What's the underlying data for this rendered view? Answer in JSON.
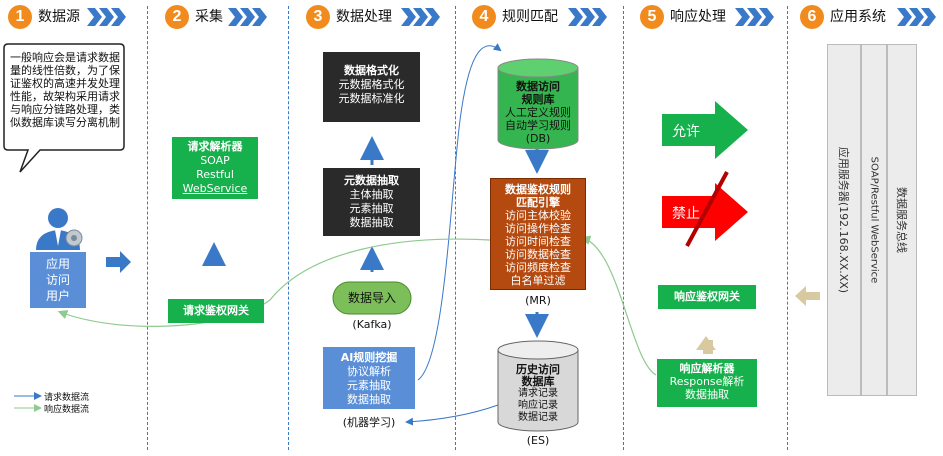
{
  "headers": [
    {
      "num": "1",
      "label": "数据源"
    },
    {
      "num": "2",
      "label": "采集"
    },
    {
      "num": "3",
      "label": "数据处理"
    },
    {
      "num": "4",
      "label": "规则匹配"
    },
    {
      "num": "5",
      "label": "响应处理"
    },
    {
      "num": "6",
      "label": "应用系统"
    }
  ],
  "callout": "一般响应会是请求数据量的线性倍数，为了保证鉴权的高速并发处理性能，故架构采用请求与响应分链路处理，类似数据库读写分离机制",
  "user": {
    "l1": "应用",
    "l2": "访问",
    "l3": "用户"
  },
  "request_parser": {
    "title": "请求解析器",
    "l1": "SOAP",
    "l2": "Restful",
    "l3": "WebService"
  },
  "request_gateway": "请求鉴权网关",
  "format": {
    "title": "数据格式化",
    "l1": "元数据格式化",
    "l2": "元数据标准化"
  },
  "meta_extract": {
    "title": "元数据抽取",
    "l1": "主体抽取",
    "l2": "元素抽取",
    "l3": "数据抽取"
  },
  "import": {
    "title": "数据导入",
    "sub": "(Kafka)"
  },
  "ai": {
    "title": "AI规则挖掘",
    "l1": "协议解析",
    "l2": "元素抽取",
    "l3": "数据抽取",
    "sub": "(机器学习)"
  },
  "rule_db": {
    "title1": "数据访问",
    "title2": "规则库",
    "l1": "人工定义规则",
    "l2": "自动学习规则",
    "sub": "(DB)"
  },
  "engine": {
    "title1": "数据鉴权规则",
    "title2": "匹配引擎",
    "l1": "访问主体校验",
    "l2": "访问操作检查",
    "l3": "访问时间检查",
    "l4": "访问数据检查",
    "l5": "访问频度检查",
    "l6": "白名单过滤",
    "sub": "(MR)"
  },
  "history_db": {
    "title1": "历史访问",
    "title2": "数据库",
    "l1": "请求记录",
    "l2": "响应记录",
    "l3": "数据记录",
    "sub": "(ES)"
  },
  "allow": "允许",
  "deny": "禁止",
  "response_gateway": "响应鉴权网关",
  "response_parser": {
    "title": "响应解析器",
    "l1": "Response解析",
    "l2": "数据抽取"
  },
  "app_columns": [
    "应用服务器(192.168.XX.XX)",
    "SOAP/Restful WebService",
    "数据服务总线"
  ],
  "legend": {
    "request": "请求数据流",
    "response": "响应数据流"
  },
  "colors": {
    "green": "#16b04c",
    "orange": "#f28b1e",
    "blue": "#3a78c8",
    "brown": "#b54a10",
    "red": "#ff0000"
  }
}
